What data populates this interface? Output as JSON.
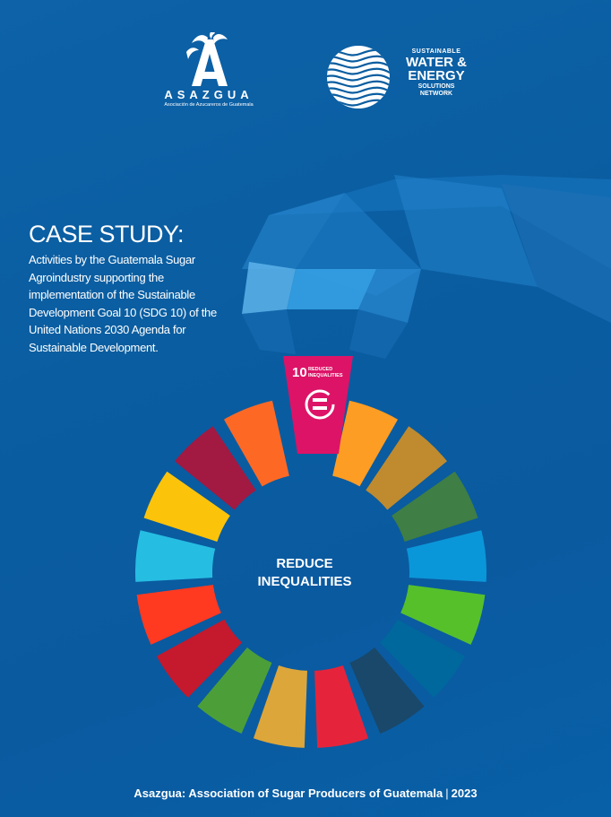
{
  "logos": {
    "asazgua": {
      "name": "ASAZGUA",
      "subtitle": "Asociación de Azucareros de Guatemala"
    },
    "network": {
      "line1": "SUSTAINABLE",
      "line2": "WATER &",
      "line3": "ENERGY",
      "line4": "SOLUTIONS",
      "line5": "NETWORK"
    }
  },
  "case_study": {
    "title": "CASE STUDY:",
    "description": "Activities by the Guatemala Sugar Agroindustry supporting the implementation of the Sustainable Development Goal 10 (SDG 10) of the United Nations 2030 Agenda for Sustainable Development."
  },
  "sdg_tile": {
    "number": "10",
    "label_line1": "REDUCED",
    "label_line2": "INEQUALITIES",
    "icon": "equality-icon",
    "color": "#dd1367"
  },
  "wheel": {
    "center_line1": "REDUCE",
    "center_line2": "INEQUALITIES",
    "segment_colors": [
      "#fd9d24",
      "#bf8b2e",
      "#3f7e44",
      "#0a97d9",
      "#56c02b",
      "#00689d",
      "#19486a",
      "#e5243b",
      "#dda63a",
      "#4c9f38",
      "#c5192d",
      "#ff3a21",
      "#26bde2",
      "#fcc30b",
      "#a21942",
      "#fd6925"
    ]
  },
  "footer": {
    "org": "Asazgua: Association of Sugar Producers of Guatemala",
    "separator": "|",
    "year": "2023"
  },
  "colors": {
    "background": "#0a5da0",
    "accent_pink": "#dd1367"
  }
}
